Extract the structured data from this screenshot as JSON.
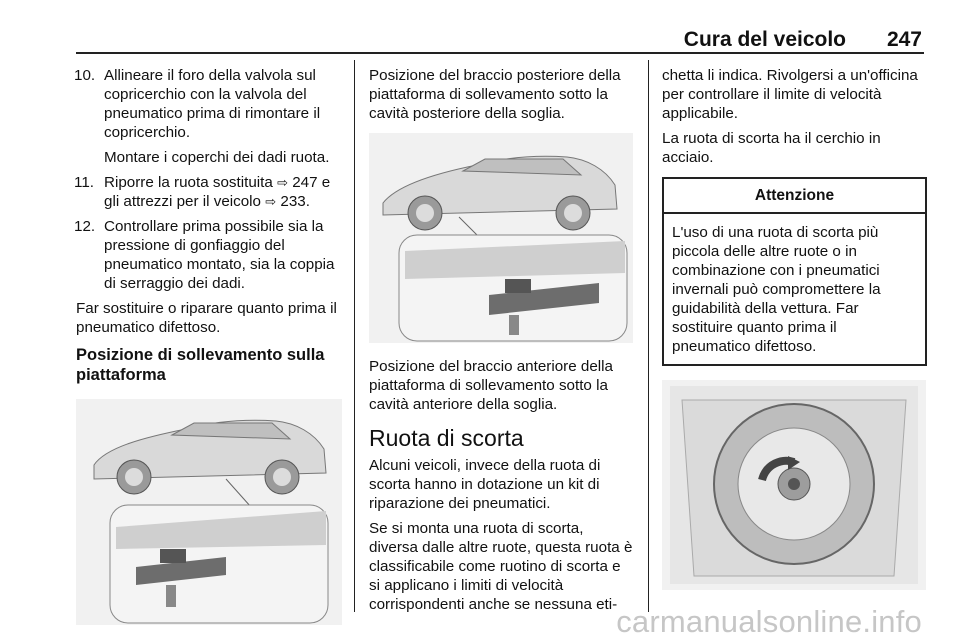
{
  "header": {
    "title": "Cura del veicolo",
    "page_number": "247"
  },
  "col1": {
    "items": [
      {
        "num": "10.",
        "text": "Allineare il foro della valvola sul copricerchio con la valvola del pneumatico prima di rimontare il copricerchio."
      },
      {
        "num": "11.",
        "text_a": "Riporre la ruota sostituita",
        "ref_a": "247",
        "text_b": "e gli attrezzi per il veicolo",
        "ref_b": "233."
      },
      {
        "num": "12.",
        "text": "Controllare prima possibile sia la pressione di gonfiaggio del pneumatico montato, sia la coppia di serraggio dei dadi."
      }
    ],
    "item10_sub": "Montare i coperchi dei dadi ruota.",
    "para": "Far sostituire o riparare quanto prima il pneumatico difettoso.",
    "heading": "Posizione di sollevamento sulla piattaforma",
    "ref_arrow": "⇨"
  },
  "col2": {
    "p1": "Posizione del braccio posteriore della piattaforma di sollevamento sotto la cavità posteriore della soglia.",
    "p2": "Posizione del braccio anteriore della piattaforma di sollevamento sotto la cavità anteriore della soglia.",
    "heading": "Ruota di scorta",
    "p3": "Alcuni veicoli, invece della ruota di scorta hanno in dotazione un kit di riparazione dei pneumatici.",
    "p4": "Se si monta una ruota di scorta, diversa dalle altre ruote, questa ruota è classificabile come ruotino di scorta e si applicano i limiti di velocità corrispondenti anche se nessuna eti-"
  },
  "col3": {
    "p1": "chetta li indica. Rivolgersi a un'officina per controllare il limite di velocità applicabile.",
    "p2": "La ruota di scorta ha il cerchio in acciaio.",
    "warning_title": "Attenzione",
    "warning_body": "L'uso di una ruota di scorta più piccola delle altre ruote o in combinazione con i pneumatici invernali può compromettere la guidabilità della vettura. Far sostituire quanto prima il pneumatico difettoso."
  },
  "watermark": "carmanualsonline.info"
}
